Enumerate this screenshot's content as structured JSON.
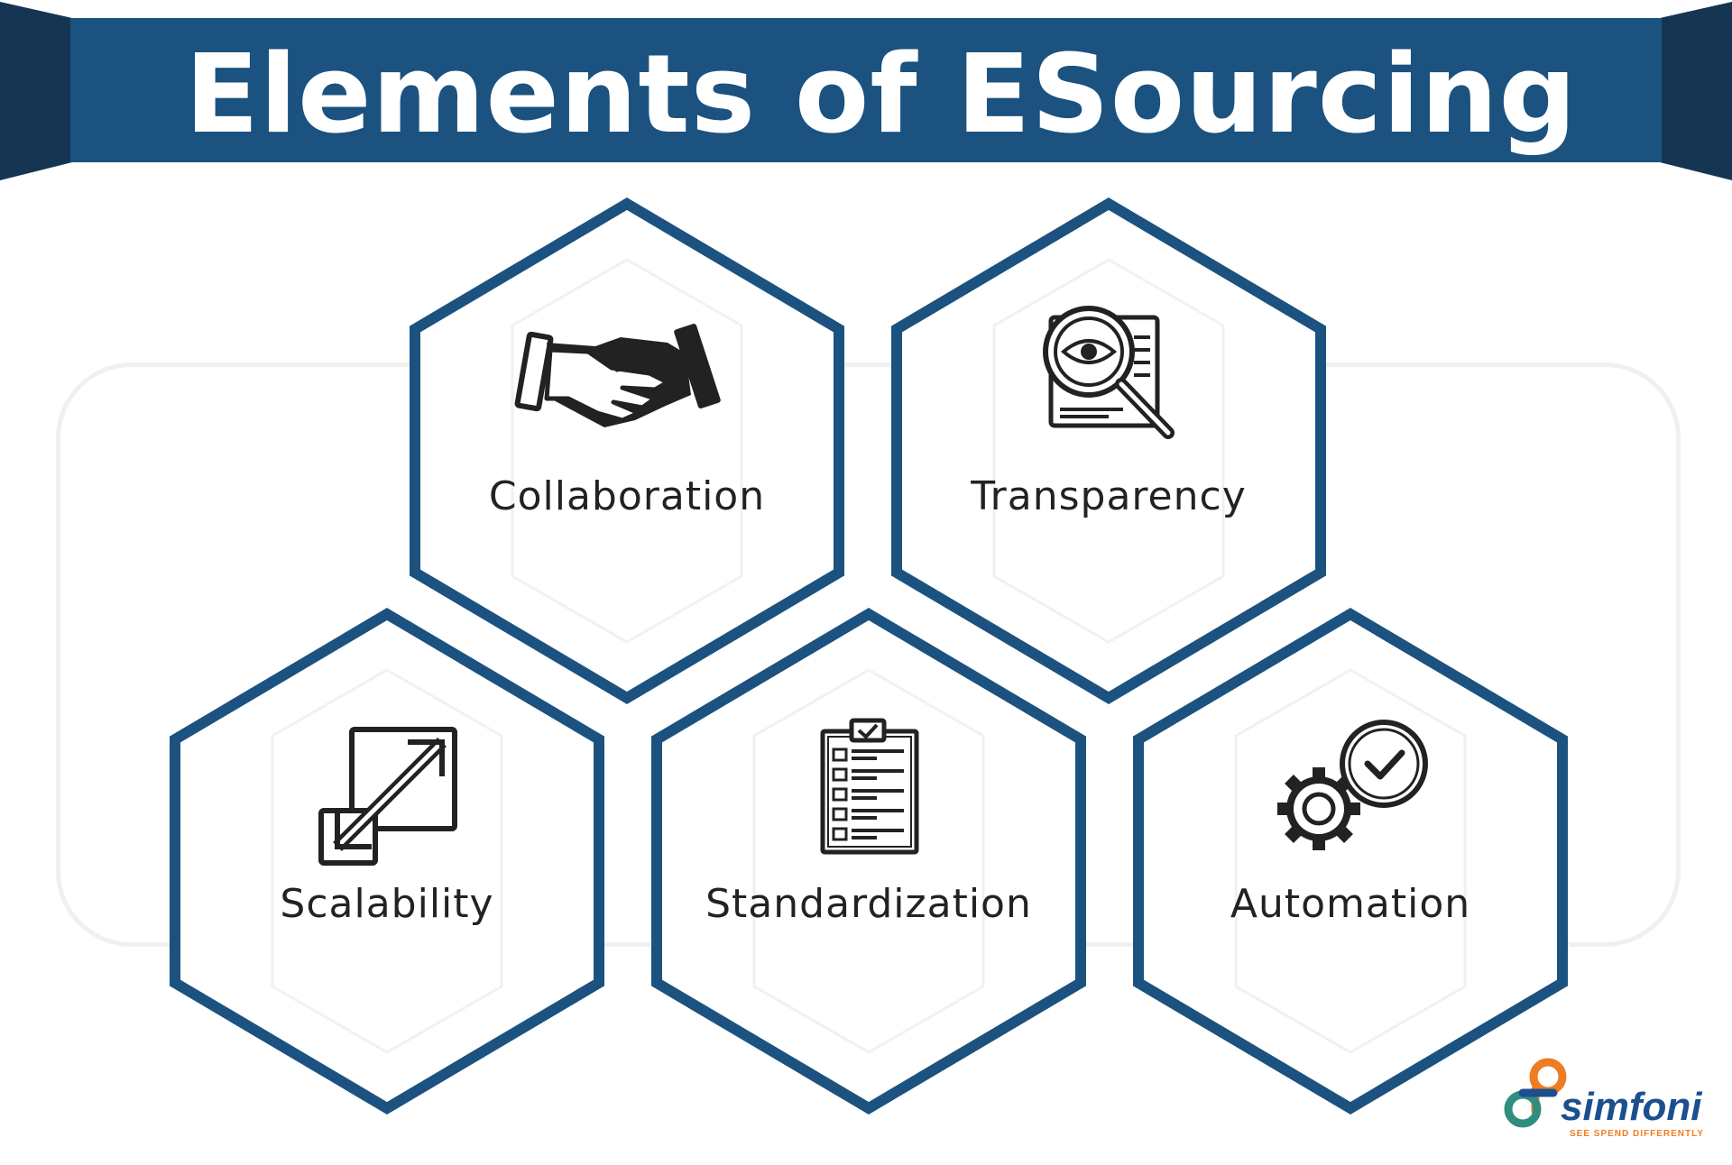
{
  "title": "Elements of ESourcing",
  "colors": {
    "banner": "#1b527f",
    "banner_fold": "#153553",
    "hex_border": "#1b527f",
    "text": "#222222",
    "icon": "#222222",
    "logo_orange": "#f07c21",
    "logo_teal": "#2f8e7e",
    "logo_blue": "#1b4f8e"
  },
  "elements": [
    {
      "label": "Collaboration",
      "icon": "handshake-icon"
    },
    {
      "label": "Transparency",
      "icon": "magnifier-document-icon"
    },
    {
      "label": "Scalability",
      "icon": "expand-arrow-icon"
    },
    {
      "label": "Standardization",
      "icon": "checklist-clipboard-icon"
    },
    {
      "label": "Automation",
      "icon": "gear-check-icon"
    }
  ],
  "logo": {
    "name": "simfoni",
    "tagline": "SEE SPEND DIFFERENTLY"
  }
}
